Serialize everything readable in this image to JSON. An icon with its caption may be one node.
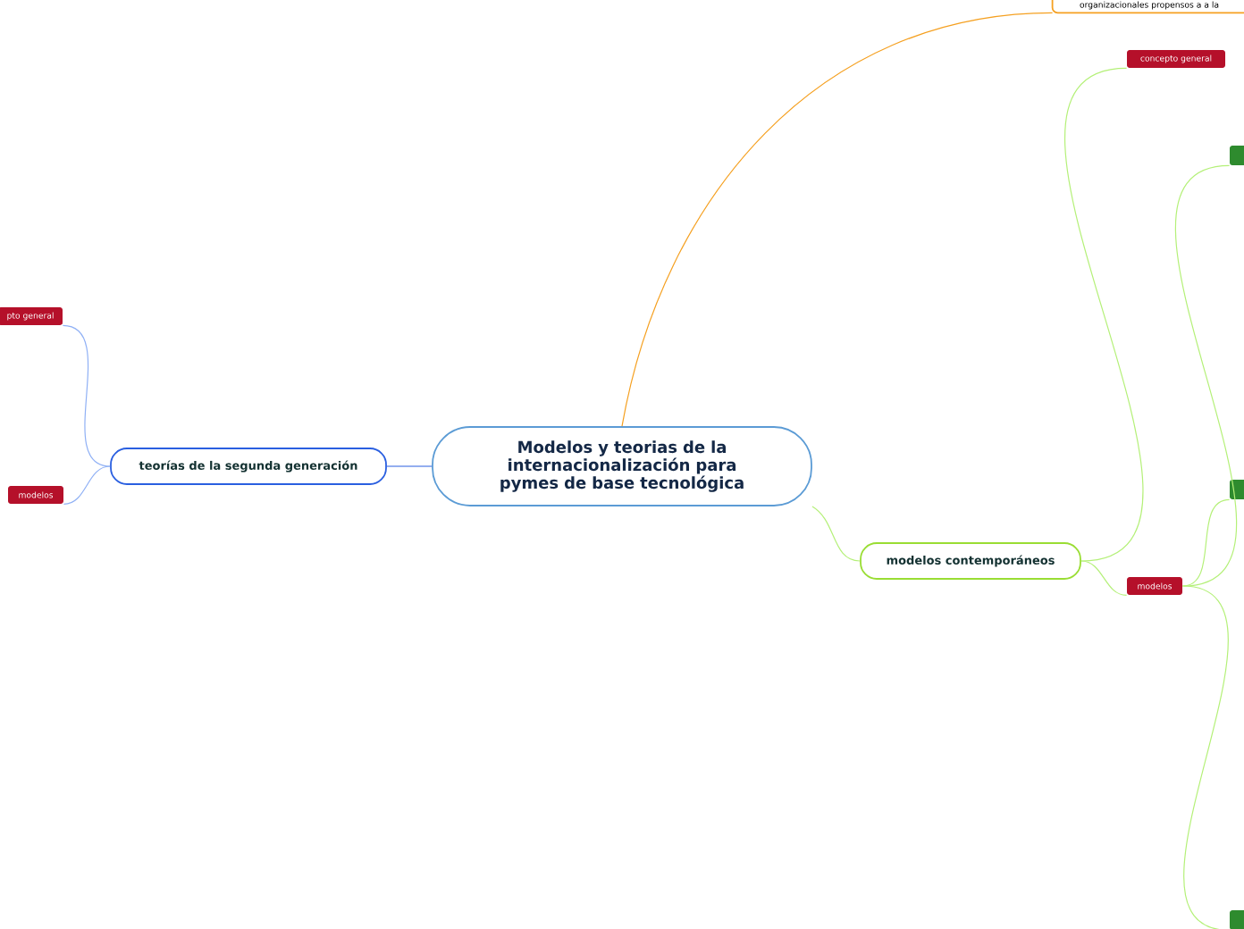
{
  "diagram": {
    "nodes": [
      {
        "text": [
          "Modelos y teorias de la internacionalización para pymes de base tecnológica"
        ]
      },
      {
        "text": [
          "teorías de la segunda generación"
        ]
      },
      {
        "text": [
          "pto general"
        ]
      },
      {
        "text": [
          "modelos"
        ]
      },
      {
        "text": [
          "modelos contemporáneos"
        ]
      },
      {
        "text": [
          "concepto general"
        ]
      },
      {
        "text": [
          "modelos"
        ]
      },
      {
        "text": [],
        "shape": "box"
      },
      {
        "text": [],
        "shape": "box"
      },
      {
        "text": [],
        "shape": "box"
      },
      {
        "text": [
          "organizacionales propensos a a la"
        ]
      }
    ],
    "edges": [
      {
        "from": 0,
        "to": 1,
        "arrow": "none",
        "color": "#2a5fe0"
      },
      {
        "from": 1,
        "to": 2,
        "arrow": "none",
        "color": "#8fb0f5"
      },
      {
        "from": 1,
        "to": 3,
        "arrow": "none",
        "color": "#8fb0f5"
      },
      {
        "from": 0,
        "to": 4,
        "arrow": "none"
      },
      {
        "from": 4,
        "to": 5,
        "arrow": "none"
      },
      {
        "from": 4,
        "to": 6,
        "arrow": "none"
      },
      {
        "from": 6,
        "to": 7,
        "arrow": "none"
      },
      {
        "from": 6,
        "to": 8,
        "arrow": "none"
      },
      {
        "from": 6,
        "to": 9,
        "arrow": "none"
      },
      {
        "from": 0,
        "to": 10,
        "arrow": "none",
        "color": "#f5a020"
      }
    ]
  }
}
